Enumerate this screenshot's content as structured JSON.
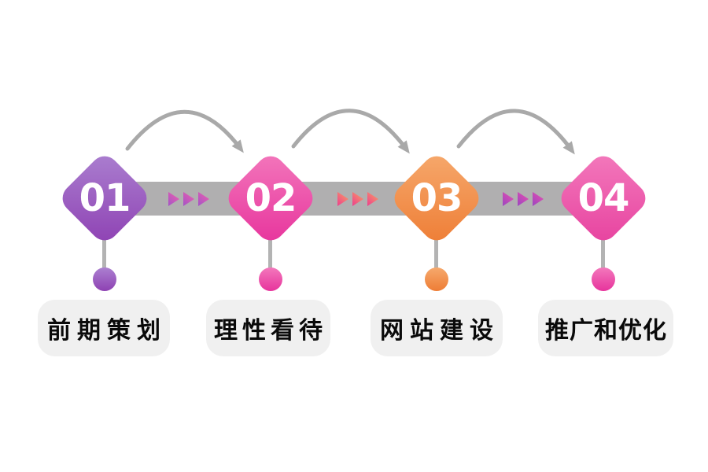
{
  "diagram": {
    "type": "process-flow",
    "background": "#ffffff",
    "steps": [
      {
        "number": "01",
        "label": "前期策划",
        "shape": "rounded-diamond",
        "gradient_start": "#ab80d0",
        "gradient_end": "#8e41b3",
        "dot_color": "#9b5ec1"
      },
      {
        "number": "02",
        "label": "理性看待",
        "shape": "rounded-diamond",
        "gradient_start": "#f378bc",
        "gradient_end": "#e7339c",
        "dot_color": "#ee4da6"
      },
      {
        "number": "03",
        "label": "网站建设",
        "shape": "rounded-diamond",
        "gradient_start": "#f6a96d",
        "gradient_end": "#ee7d35",
        "dot_color": "#f2955b"
      },
      {
        "number": "04",
        "label": "推广和优化",
        "shape": "rounded-diamond",
        "gradient_start": "#f37abc",
        "gradient_end": "#e7429f",
        "dot_color": "#e95fb2"
      }
    ],
    "connectors": {
      "bar_color": "#b0afb0",
      "curved_arrow_color": "#a9a9a9",
      "stem_color": "#b3b3b3",
      "curved_arrow_icon": "curved-arc-arrow-right",
      "chevron_icon": "triple-right-triangles",
      "chevron_gradients": [
        {
          "between": "01-02",
          "start": "#a254c6",
          "end": "#f25fae"
        },
        {
          "between": "02-03",
          "start": "#ed3d8e",
          "end": "#f9a263"
        },
        {
          "between": "03-04",
          "start": "#9a46c0",
          "end": "#ec4fb0"
        }
      ]
    },
    "caption_style": {
      "background": "#f0f0f0",
      "text_color": "#0a0a0a"
    }
  }
}
